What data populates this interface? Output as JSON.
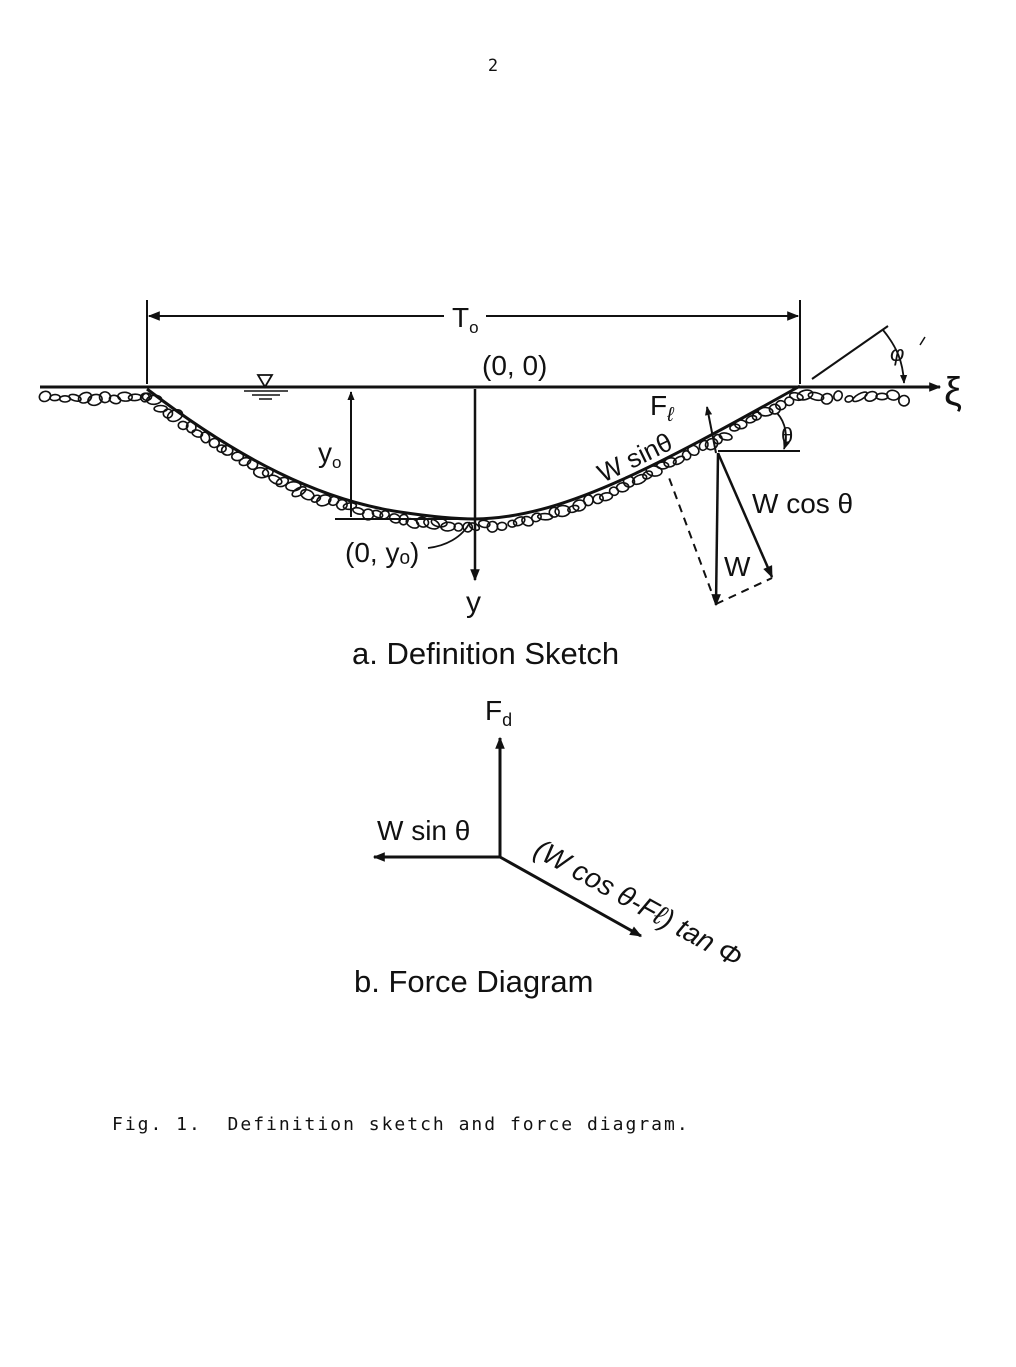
{
  "page_number": "2",
  "sketch": {
    "top_width_label": "T",
    "top_width_sub": "o",
    "origin_label": "(0, 0)",
    "depth_label": "y",
    "depth_sub": "o",
    "bottom_point_label": "(0, yₒ)",
    "y_axis_label": "y",
    "xi_axis_label": "ξ",
    "phi_label": "φ",
    "theta_label": "θ",
    "lift_label": "F",
    "lift_sub": "ℓ",
    "w_sin_label": "W sinθ",
    "w_cos_label": "W cos θ",
    "w_label": "W",
    "title": "a. Definition Sketch"
  },
  "force_diagram": {
    "drag_label": "F",
    "drag_sub": "d",
    "w_sin_label": "W sin θ",
    "resultant_label": "(W cos θ-Fℓ) tan Φ",
    "title": "b. Force Diagram"
  },
  "caption": "Fig. 1.  Definition sketch and force diagram."
}
